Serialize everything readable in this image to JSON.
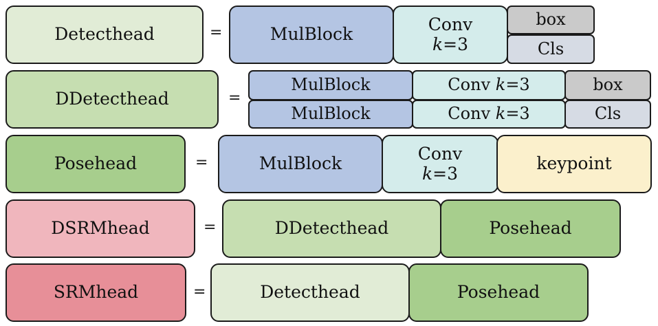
{
  "equals": "=",
  "rows": [
    {
      "name": "Detecthead",
      "parts": {
        "mulblock": "MulBlock",
        "conv": "Conv",
        "conv_k": "k",
        "conv_k_val": "=3",
        "box": "box",
        "cls": "Cls"
      }
    },
    {
      "name": "DDetecthead",
      "parts": {
        "mulblock_1": "MulBlock",
        "mulblock_2": "MulBlock",
        "conv": "Conv ",
        "conv_k": "k",
        "conv_k_val": "=3",
        "box": "box",
        "cls": "Cls"
      }
    },
    {
      "name": "Posehead",
      "parts": {
        "mulblock": "MulBlock",
        "conv": "Conv",
        "conv_k": "k",
        "conv_k_val": "=3",
        "keypoint": "keypoint"
      }
    },
    {
      "name": "DSRMhead",
      "parts": {
        "first": "DDetecthead",
        "second": "Posehead"
      }
    },
    {
      "name": "SRMhead",
      "parts": {
        "first": "Detecthead",
        "second": "Posehead"
      }
    }
  ],
  "colors": {
    "detecthead": "#e1ecd6",
    "ddetecthead": "#c6deb1",
    "posehead": "#a7ce8d",
    "mulblock": "#b4c5e3",
    "conv": "#d4eceb",
    "box": "#cacaca",
    "cls": "#d6dbe4",
    "keypoint": "#fbf0cc",
    "dsrmhead": "#f0b6bd",
    "srmhead": "#e78f98"
  }
}
